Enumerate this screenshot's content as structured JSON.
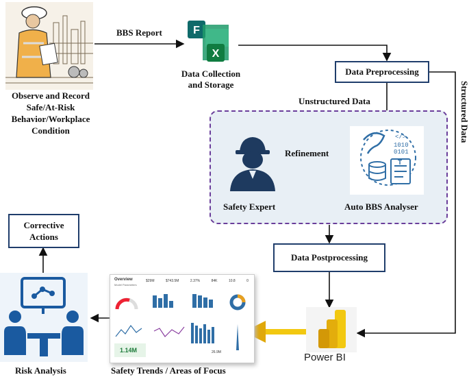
{
  "worker": {
    "caption_lines": [
      "Observe and Record",
      "Safe/At-Risk",
      "Behavior/Workplace",
      "Condition"
    ]
  },
  "edges": {
    "bbs_report": "BBS Report",
    "unstructured_data": "Unstructured Data",
    "structured_data": "Structured Data",
    "refinement": "Refinement"
  },
  "nodes": {
    "data_collection": [
      "Data Collection",
      "and Storage"
    ],
    "data_preprocessing": "Data Preprocessing",
    "safety_expert": "Safety Expert",
    "auto_bbs": "Auto BBS Analyser",
    "data_postprocessing": "Data Postprocessing",
    "power_bi": "Power BI",
    "safety_trends": "Safety Trends / Areas of Focus",
    "risk_analysis": "Risk Analysis",
    "corrective_actions": [
      "Corrective",
      "Actions"
    ]
  },
  "dashboard": {
    "title": "Overview",
    "subtitle": "Model Parameters",
    "kpis": [
      "$29M",
      "$743.5M",
      "2.37%",
      "84K",
      "10.8",
      "0"
    ],
    "big_number": "1.14M",
    "small_number": "26.9M"
  },
  "icons": {
    "office_icon": "office-files-icon",
    "expert_icon": "safety-expert-icon",
    "analyser_icon": "ai-analysis-icon",
    "powerbi_icon": "power-bi-icon",
    "risk_icon": "risk-meeting-icon"
  },
  "colors": {
    "arrow": "#111111",
    "box_border": "#1f3d6b",
    "dashed_border": "#6a3d9a",
    "panel_bg": "#e8eff5",
    "powerbi_yellow": "#f2c811",
    "icon_blue": "#2f6ea6",
    "expert_navy": "#1e3a5f"
  }
}
